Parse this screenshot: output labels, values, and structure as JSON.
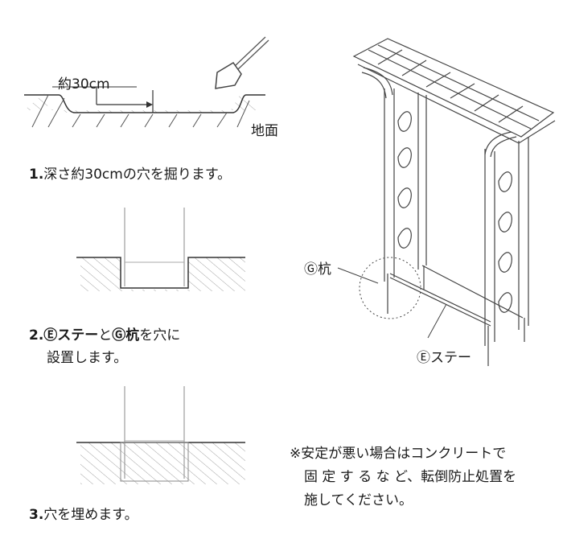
{
  "step1": {
    "dimension": "約30cm",
    "ground": "地面",
    "number": "1.",
    "text": "深さ約30cmの穴を掘ります。"
  },
  "step2": {
    "number": "2.",
    "mark_e": "Ⓔ",
    "part_e": "ステー",
    "connector": "と",
    "mark_g": "Ⓖ",
    "part_g": "杭",
    "text_tail": "を穴に",
    "line2": "設置します。"
  },
  "step3": {
    "number": "3.",
    "text": "穴を埋めます。"
  },
  "callouts": {
    "stake": "Ⓖ杭",
    "stay": "Ⓔステー"
  },
  "note": {
    "line1": "※安定が悪い場合はコンクリートで",
    "line2": "固 定 す る な ど、転倒防止処置を",
    "line3": "施してください。"
  }
}
